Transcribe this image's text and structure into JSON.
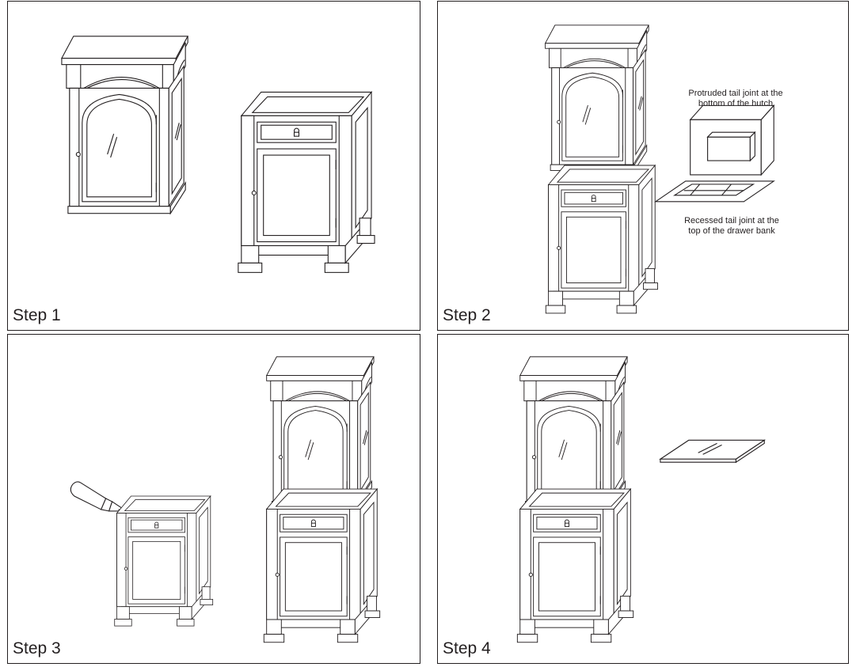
{
  "steps": [
    {
      "label": "Step 1"
    },
    {
      "label": "Step 2"
    },
    {
      "label": "Step 3"
    },
    {
      "label": "Step 4"
    }
  ],
  "callouts": {
    "protruded": [
      "Protruded tail joint at the",
      "bottom of the hutch"
    ],
    "recessed": [
      "Recessed tail joint at the",
      "top of the drawer bank"
    ]
  },
  "colors": {
    "line": "#231f20",
    "background": "#ffffff"
  }
}
